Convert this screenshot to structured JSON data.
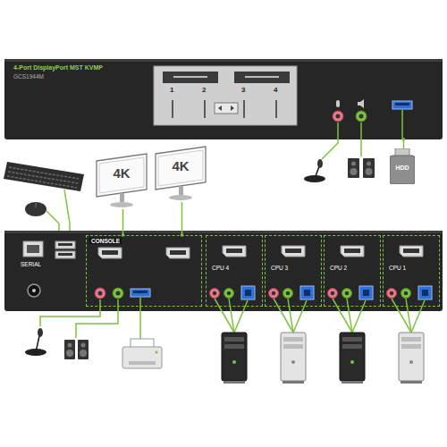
{
  "diagram": {
    "nodes": [
      {
        "text": [
          "4-Port DisplayPort MST KVMP",
          "GCS1944M"
        ]
      },
      {
        "text": [
          "HDD"
        ]
      },
      {
        "text": [
          "4K"
        ]
      },
      {
        "text": [
          "4K"
        ]
      },
      {
        "text": [
          "SERIAL"
        ]
      },
      {
        "text": [
          "CONSOLE"
        ],
        "in": 4
      },
      {
        "text": [
          "CPU 4"
        ],
        "in": 4
      },
      {
        "text": [
          "CPU 3"
        ],
        "in": 4
      },
      {
        "text": [
          "CPU 2"
        ],
        "in": 4
      },
      {
        "text": [
          "CPU 1"
        ],
        "in": 4
      }
    ],
    "edges": [
      {
        "from": 0,
        "to": 1,
        "arrow": "none"
      },
      {
        "from": 5,
        "to": 2,
        "arrow": "none"
      },
      {
        "from": 5,
        "to": 3,
        "arrow": "none"
      }
    ],
    "labels": [
      "1",
      "2",
      "3",
      "4"
    ]
  }
}
